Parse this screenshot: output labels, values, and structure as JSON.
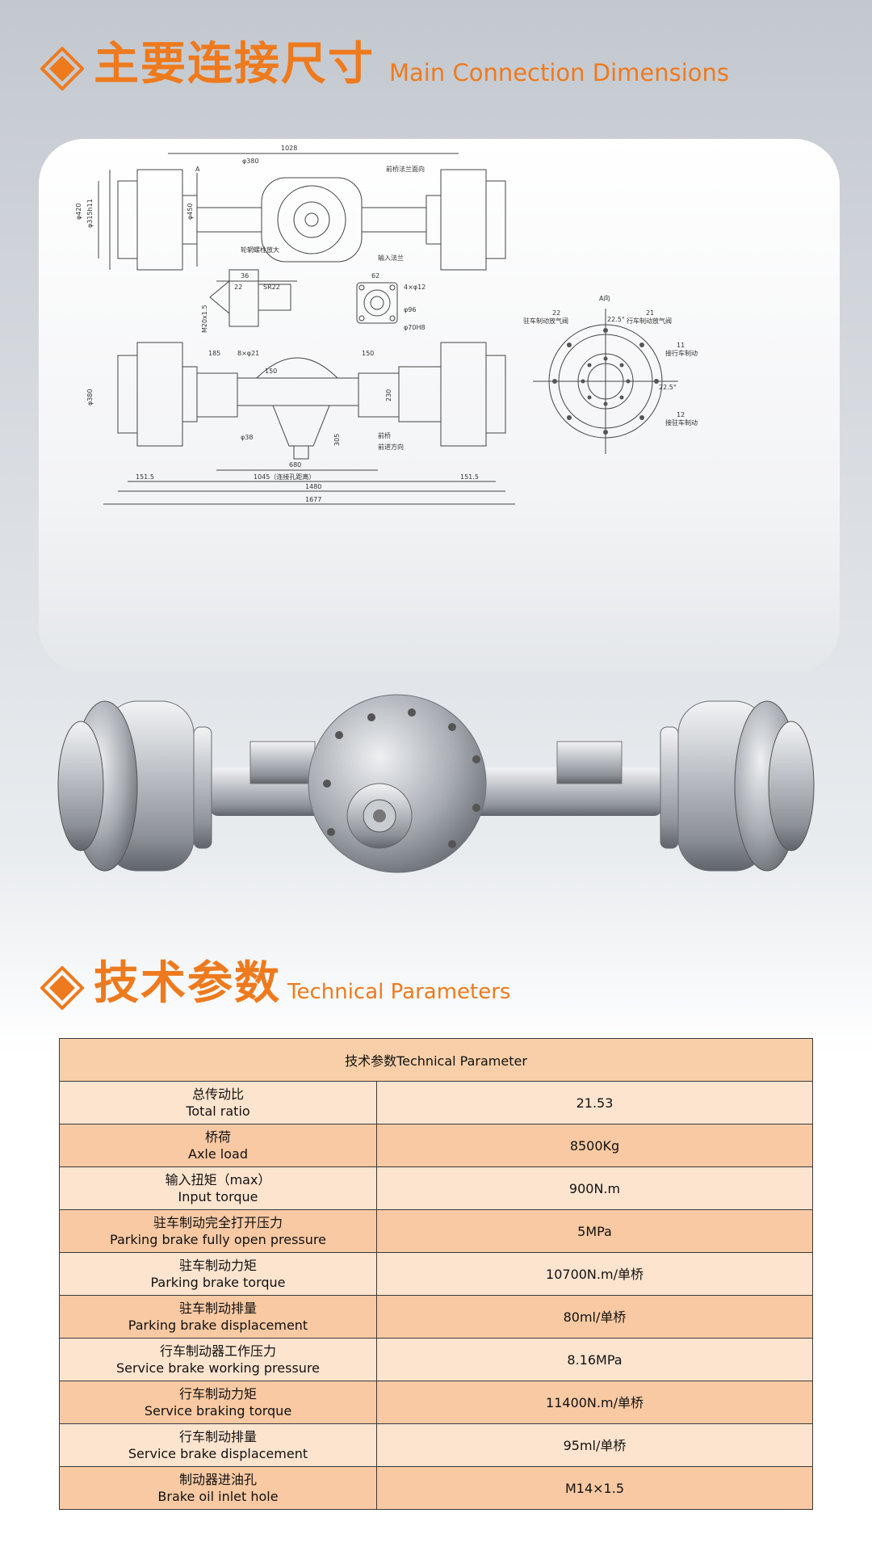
{
  "section1": {
    "title_cn": "主要连接尺寸",
    "title_en": "Main Connection Dimensions"
  },
  "section2": {
    "title_cn": "技术参数",
    "title_en": "Technical Parameters"
  },
  "drawing": {
    "dims_top": [
      "1028",
      "φ380",
      "φ420",
      "φ315h11",
      "φ450",
      "A",
      "前桥法兰面向"
    ],
    "dims_mid": [
      "36",
      "22",
      "SR22",
      "62",
      "4×φ12",
      "φ96",
      "φ70H8",
      "M20x1.5",
      "输入法兰",
      "轮辋螺栓放大"
    ],
    "dims_bottom": [
      "185",
      "8×φ21",
      "150",
      "150",
      "φ380",
      "230",
      "305",
      "680",
      "1045（连接孔距离）",
      "151.5",
      "151.5",
      "1480",
      "1677",
      "φ38",
      "前桥",
      "前进方向"
    ],
    "view_a": {
      "title": "A向",
      "left_top": "22",
      "left_label": "驻车制动放气阀",
      "right_top": "21",
      "right_label": "行车制动放气阀",
      "angle1": "22.5°",
      "angle2": "22.5°",
      "r1": "11",
      "r1_label": "接行车制动",
      "r2": "12",
      "r2_label": "接驻车制动"
    }
  },
  "table": {
    "header": "技术参数Technical Parameter",
    "rows": [
      {
        "cn": "总传动比",
        "en": "Total ratio",
        "value": "21.53"
      },
      {
        "cn": "桥荷",
        "en": "Axle load",
        "value": "8500Kg"
      },
      {
        "cn": "输入扭矩（max）",
        "en": "Input torque",
        "value": "900N.m"
      },
      {
        "cn": "驻车制动完全打开压力",
        "en": "Parking brake fully open pressure",
        "value": "5MPa"
      },
      {
        "cn": "驻车制动力矩",
        "en": "Parking brake torque",
        "value": "10700N.m/单桥"
      },
      {
        "cn": "驻车制动排量",
        "en": "Parking brake displacement",
        "value": "80ml/单桥"
      },
      {
        "cn": "行车制动器工作压力",
        "en": "Service brake working pressure",
        "value": "8.16MPa"
      },
      {
        "cn": "行车制动力矩",
        "en": "Service braking torque",
        "value": "11400N.m/单桥"
      },
      {
        "cn": "行车制动排量",
        "en": "Service brake displacement",
        "value": "95ml/单桥"
      },
      {
        "cn": "制动器进油孔",
        "en": "Brake oil inlet hole",
        "value": "M14×1.5"
      }
    ]
  },
  "colors": {
    "accent": "#ee7a1e",
    "row_light": "#fde4cf",
    "row_dark": "#f8c9a3"
  }
}
